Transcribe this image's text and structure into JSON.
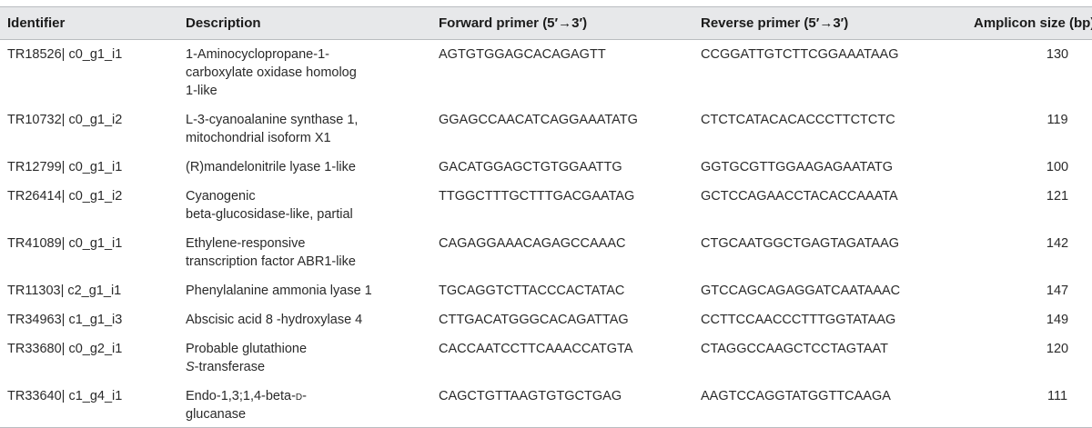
{
  "table": {
    "headers": {
      "identifier": "Identifier",
      "description": "Description",
      "forward": "Forward primer (5′→3′)",
      "reverse": "Reverse primer (5′→3′)",
      "amplicon": "Amplicon size (bp)"
    },
    "rows": [
      {
        "identifier": "TR18526| c0_g1_i1",
        "description": [
          "1-Aminocyclopropane-1-",
          "carboxylate oxidase homolog",
          "1-like"
        ],
        "forward": "AGTGTGGAGCACAGAGTT",
        "reverse": "CCGGATTGTCTTCGGAAATAAG",
        "amplicon": "130"
      },
      {
        "identifier": "TR10732| c0_g1_i2",
        "description": [
          "L-3-cyanoalanine synthase 1,",
          "mitochondrial isoform X1"
        ],
        "forward": "GGAGCCAACATCAGGAAATATG",
        "reverse": "CTCTCATACACACCCTTCTCTC",
        "amplicon": "119"
      },
      {
        "identifier": "TR12799| c0_g1_i1",
        "description": [
          "(R)mandelonitrile lyase 1-like"
        ],
        "forward": "GACATGGAGCTGTGGAATTG",
        "reverse": "GGTGCGTTGGAAGAGAATATG",
        "amplicon": "100"
      },
      {
        "identifier": "TR26414| c0_g1_i2",
        "description": [
          "Cyanogenic",
          "beta-glucosidase-like, partial"
        ],
        "forward": "TTGGCTTTGCTTTGACGAATAG",
        "reverse": "GCTCCAGAACCTACACCAAATA",
        "amplicon": "121"
      },
      {
        "identifier": "TR41089| c0_g1_i1",
        "description": [
          "Ethylene-responsive",
          "transcription factor ABR1-like"
        ],
        "forward": "CAGAGGAAACAGAGCCAAAC",
        "reverse": "CTGCAATGGCTGAGTAGATAAG",
        "amplicon": "142"
      },
      {
        "identifier": "TR11303| c2_g1_i1",
        "description": [
          "Phenylalanine ammonia lyase 1"
        ],
        "forward": "TGCAGGTCTTACCCACTATAC",
        "reverse": "GTCCAGCAGAGGATCAATAAAC",
        "amplicon": "147"
      },
      {
        "identifier": "TR34963| c1_g1_i3",
        "description": [
          "Abscisic acid 8 -hydroxylase 4"
        ],
        "forward": "CTTGACATGGGCACAGATTAG",
        "reverse": "CCTTCCAACCCTTTGGTATAAG",
        "amplicon": "149"
      },
      {
        "identifier": "TR33680| c0_g2_i1",
        "description": [
          "Probable glutathione",
          "S-transferase"
        ],
        "forward": "CACCAATCCTTCAAACCATGTA",
        "reverse": "CTAGGCCAAGCTCCTAGTAAT",
        "amplicon": "120"
      },
      {
        "identifier": "TR33640| c1_g4_i1",
        "description": [
          "Endo-1,3;1,4-beta-D-",
          "glucanase"
        ],
        "forward": "CAGCTGTTAAGTGTGCTGAG",
        "reverse": "AAGTCCAGGTATGGTTCAAGA",
        "amplicon": "111"
      }
    ]
  }
}
